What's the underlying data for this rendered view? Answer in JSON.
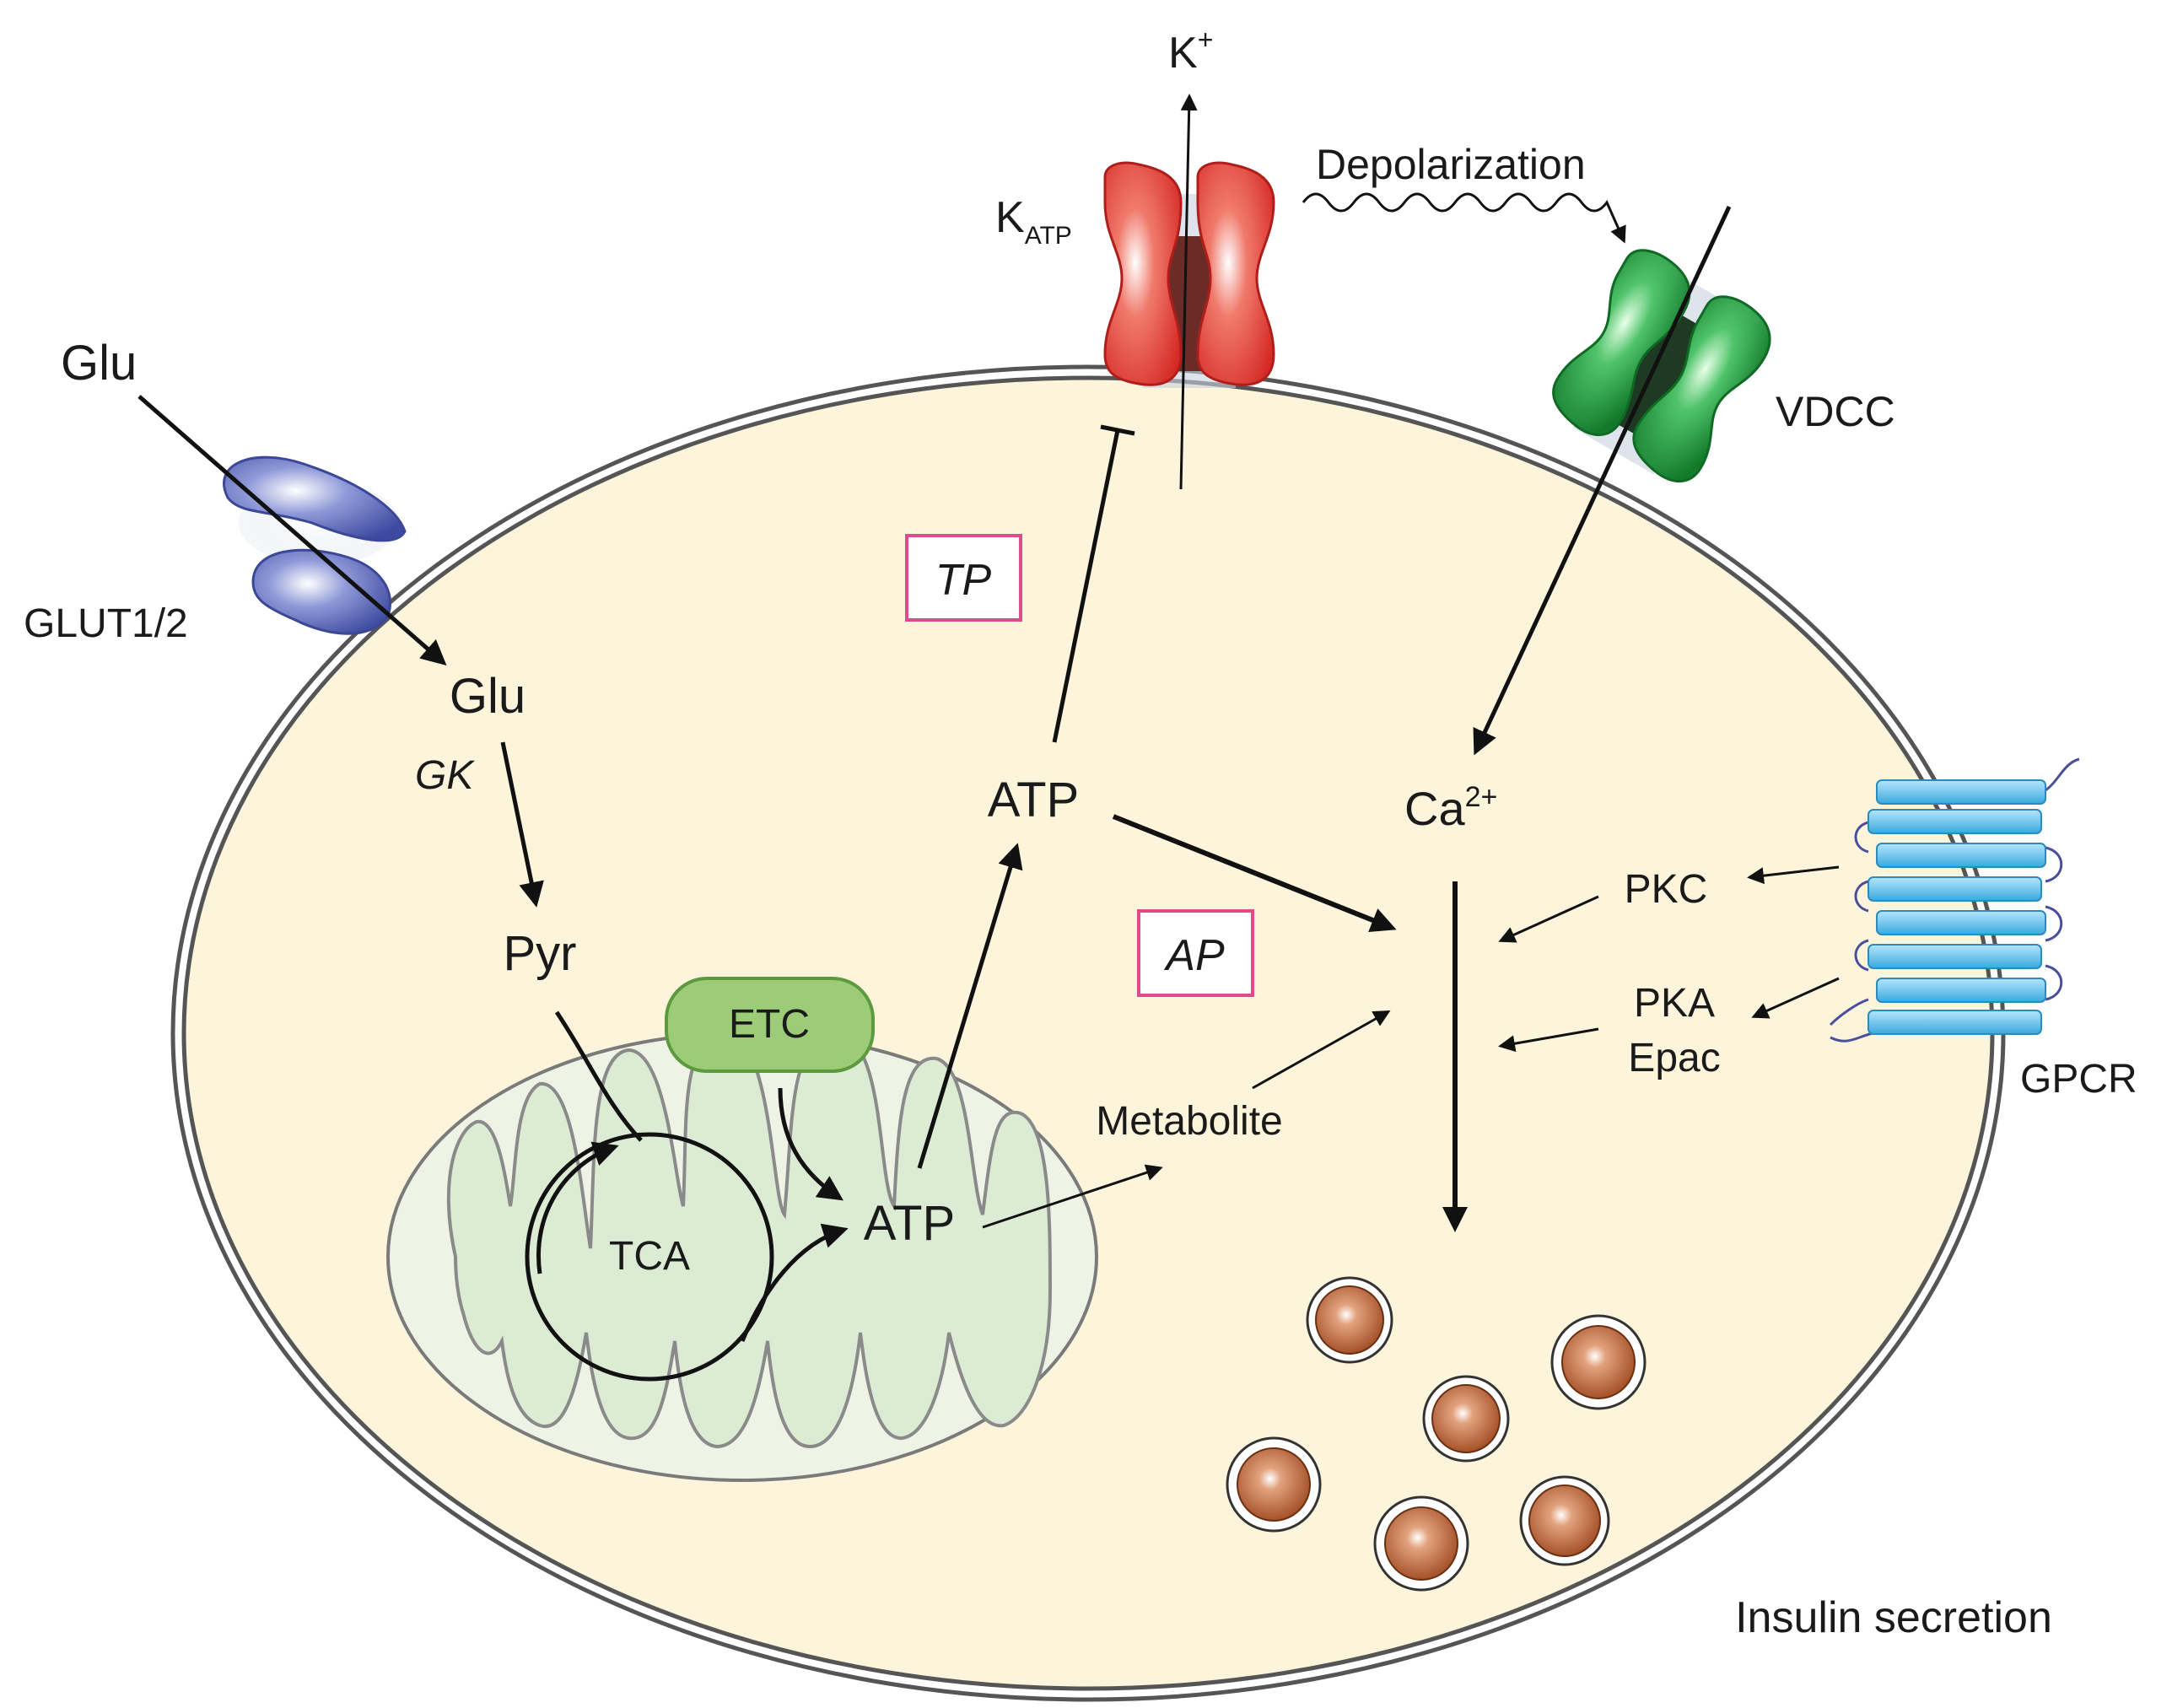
{
  "labels": {
    "glu_out": "Glu",
    "glut": "GLUT1/2",
    "glu_in": "Glu",
    "gk": "GK",
    "pyr": "Pyr",
    "etc": "ETC",
    "tca": "TCA",
    "atp_mito": "ATP",
    "metabolite": "Metabolite",
    "atp_cyto": "ATP",
    "tp": "TP",
    "ap": "AP",
    "k_ion": "K",
    "k_ion_sup": "+",
    "katp": "K",
    "katp_sub": "ATP",
    "depolarization": "Depolarization",
    "vdcc": "VDCC",
    "ca": "Ca",
    "ca_sup": "2+",
    "pkc": "PKC",
    "pka": "PKA",
    "epac": "Epac",
    "gpcr": "GPCR",
    "insulin": "Insulin secretion"
  },
  "colors": {
    "cytoplasm": "#fdf4dc",
    "mitochondrion": "#e3eedb",
    "etc": "#9ccc78",
    "katp": "#e0312e",
    "vdcc": "#1c9a3c",
    "glut": "#5866b8",
    "gpcr": "#4fb8e8",
    "granule": "#b05a30",
    "highlight_box": "#e0498a"
  }
}
